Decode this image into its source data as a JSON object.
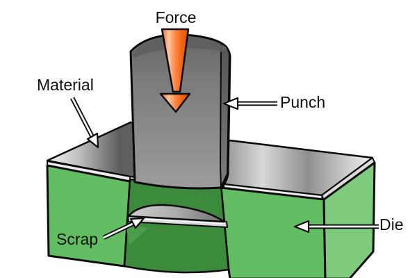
{
  "title": "Punching process diagram (punch, die, material, scrap)",
  "labels": {
    "force": "Force",
    "material": "Material",
    "punch": "Punch",
    "die": "Die",
    "scrap": "Scrap"
  },
  "colors": {
    "background": "#ffffff",
    "outline": "#0a0a0a",
    "die_front_face": "#63bd63",
    "die_side_face": "#7ecb7e",
    "die_cavity_interior": "#3c8a3c",
    "punch_top": "#686868",
    "punch_bottom": "#9d9d9d",
    "punch_side_strip": "#565656",
    "force_arrow_orange": "#f2571a",
    "force_arrow_highlight": "#ffc7a0",
    "sheet_light": "#f2f2f2",
    "sheet_dark": "#5e5e5e",
    "scrap_light": "#cccccc",
    "scrap_dark": "#6e6e6e",
    "label_arrow_fill": "#ffffff"
  }
}
